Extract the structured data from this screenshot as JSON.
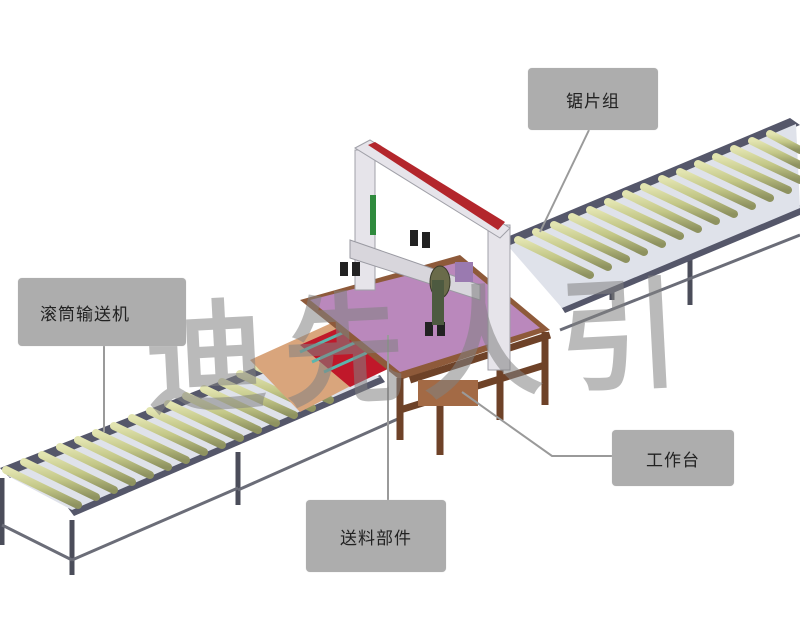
{
  "diagram": {
    "type": "annotated-machine-illustration",
    "subject": "roller conveyor saw cutting line",
    "labels": [
      {
        "id": "saw-blade-group",
        "text": "锯片组"
      },
      {
        "id": "roller-conveyor",
        "text": "滚筒输送机"
      },
      {
        "id": "workbench",
        "text": "工作台"
      },
      {
        "id": "feeding-part",
        "text": "送料部件"
      }
    ],
    "watermark": "迪先人引",
    "colors": {
      "label_bg": "#adadad",
      "leader_line": "#9a9a9a",
      "roller": "#c9cc8f",
      "frame": "#4b4d5a",
      "table_wood": "#8a5a3c",
      "feed_red": "#c0182a",
      "purple": "#b07ac6",
      "gantry": "#e4e2e6"
    }
  }
}
